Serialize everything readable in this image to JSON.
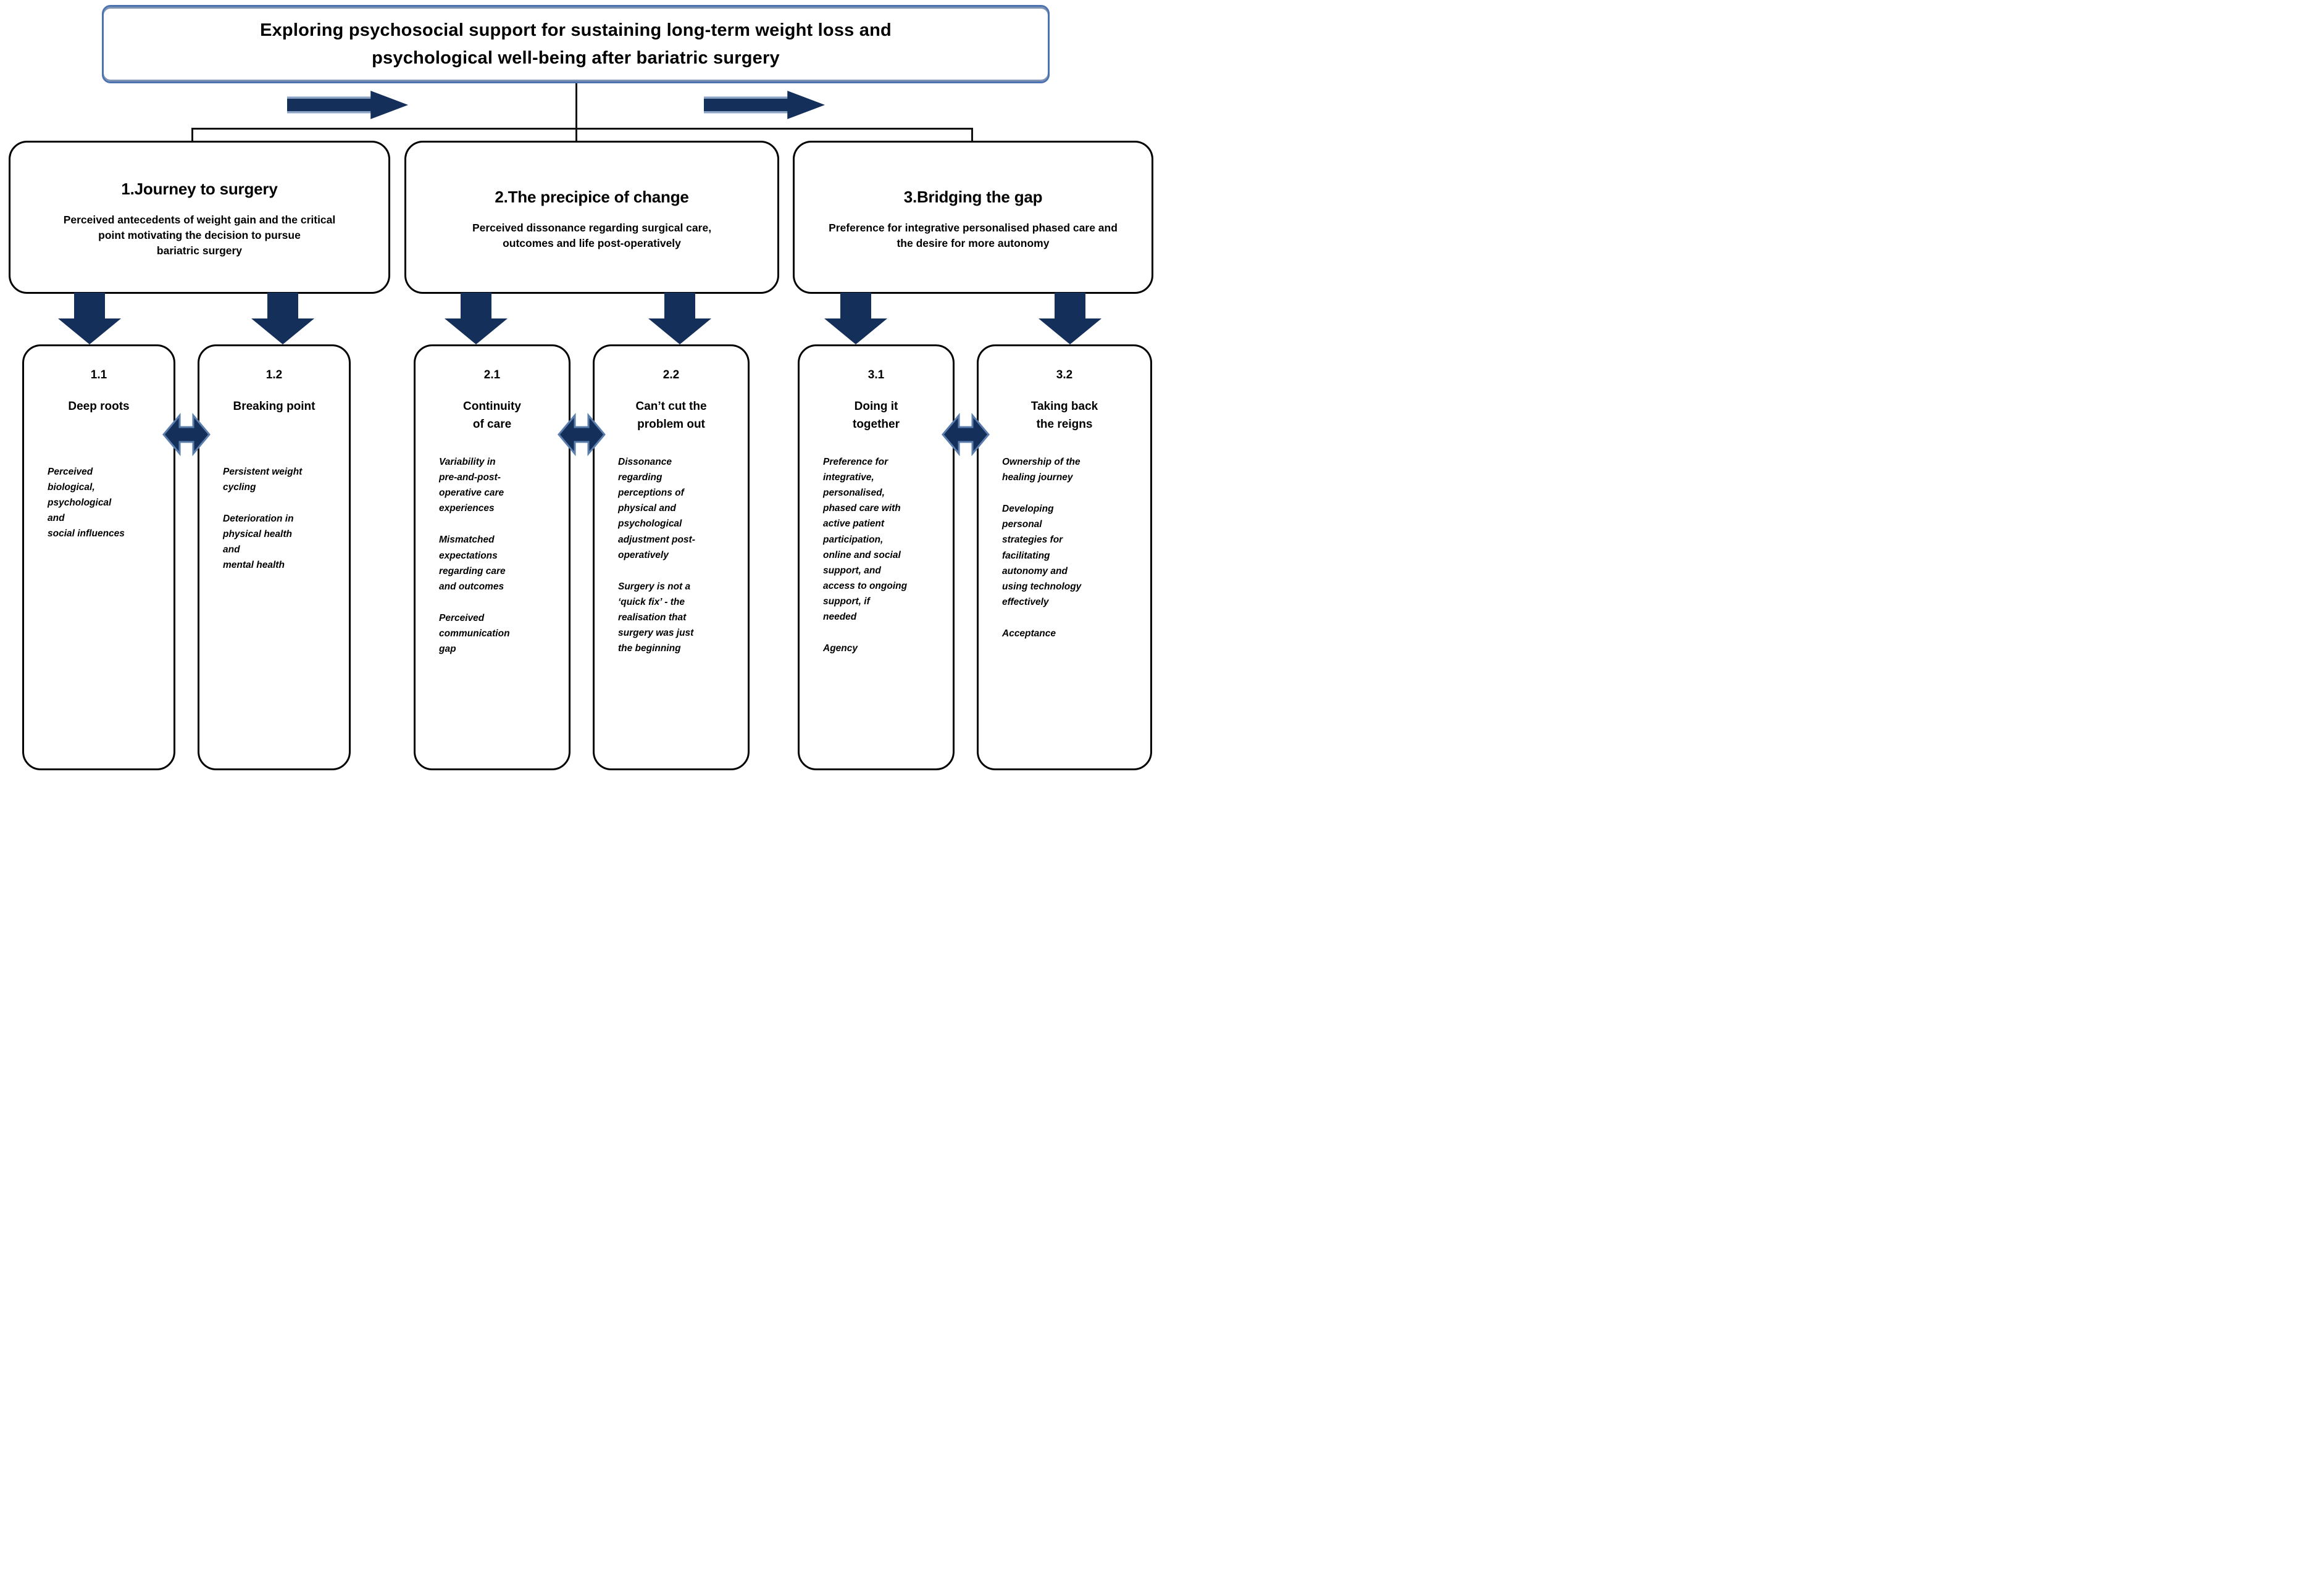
{
  "figure_title": "Exploring psychosocial support for sustaining long-term weight loss and\npsychological well-being after bariatric surgery",
  "colors": {
    "arrow_fill": "#152F5B",
    "arrow_outline": "#5B7EAD",
    "arrow_bevel": "#8CA5C6",
    "title_border": "#4C72B0",
    "box_border": "#000000"
  },
  "themes": [
    {
      "title": "1.Journey to surgery",
      "description": "Perceived antecedents of weight gain and the critical\npoint motivating the decision to pursue\nbariatric surgery",
      "subthemes": [
        {
          "number": "1.1",
          "title": "Deep roots",
          "points": [
            "Perceived\nbiological,\npsychological\nand\nsocial influences"
          ]
        },
        {
          "number": "1.2",
          "title": "Breaking point",
          "points": [
            "Persistent weight\ncycling",
            "Deterioration in\nphysical health\nand\nmental health"
          ]
        }
      ]
    },
    {
      "title": "2.The precipice of change",
      "description": "Perceived dissonance regarding surgical care,\noutcomes and life post-operatively",
      "subthemes": [
        {
          "number": "2.1",
          "title": "Continuity\nof care",
          "points": [
            "Variability in\npre-and-post-\noperative care\nexperiences",
            "Mismatched\nexpectations\nregarding care\nand outcomes",
            "Perceived\ncommunication\ngap"
          ]
        },
        {
          "number": "2.2",
          "title": "Can’t cut the\nproblem out",
          "points": [
            "Dissonance\nregarding\nperceptions of\nphysical and\npsychological\nadjustment post-\noperatively",
            "Surgery is not a\n‘quick fix’ - the\nrealisation that\nsurgery was just\nthe beginning"
          ]
        }
      ]
    },
    {
      "title": "3.Bridging the gap",
      "description": "Preference for integrative personalised phased care and\nthe desire for more autonomy",
      "subthemes": [
        {
          "number": "3.1",
          "title": "Doing it\ntogether",
          "points": [
            "Preference for\nintegrative,\npersonalised,\nphased care with\nactive patient\nparticipation,\nonline and social\nsupport, and\naccess to ongoing\nsupport, if\nneeded",
            "Agency"
          ]
        },
        {
          "number": "3.2",
          "title": "Taking back\nthe reigns",
          "points": [
            "Ownership of the\nhealing journey",
            "Developing\npersonal\nstrategies for\nfacilitating\nautonomy and\nusing technology\neffectively",
            "Acceptance"
          ]
        }
      ]
    }
  ]
}
